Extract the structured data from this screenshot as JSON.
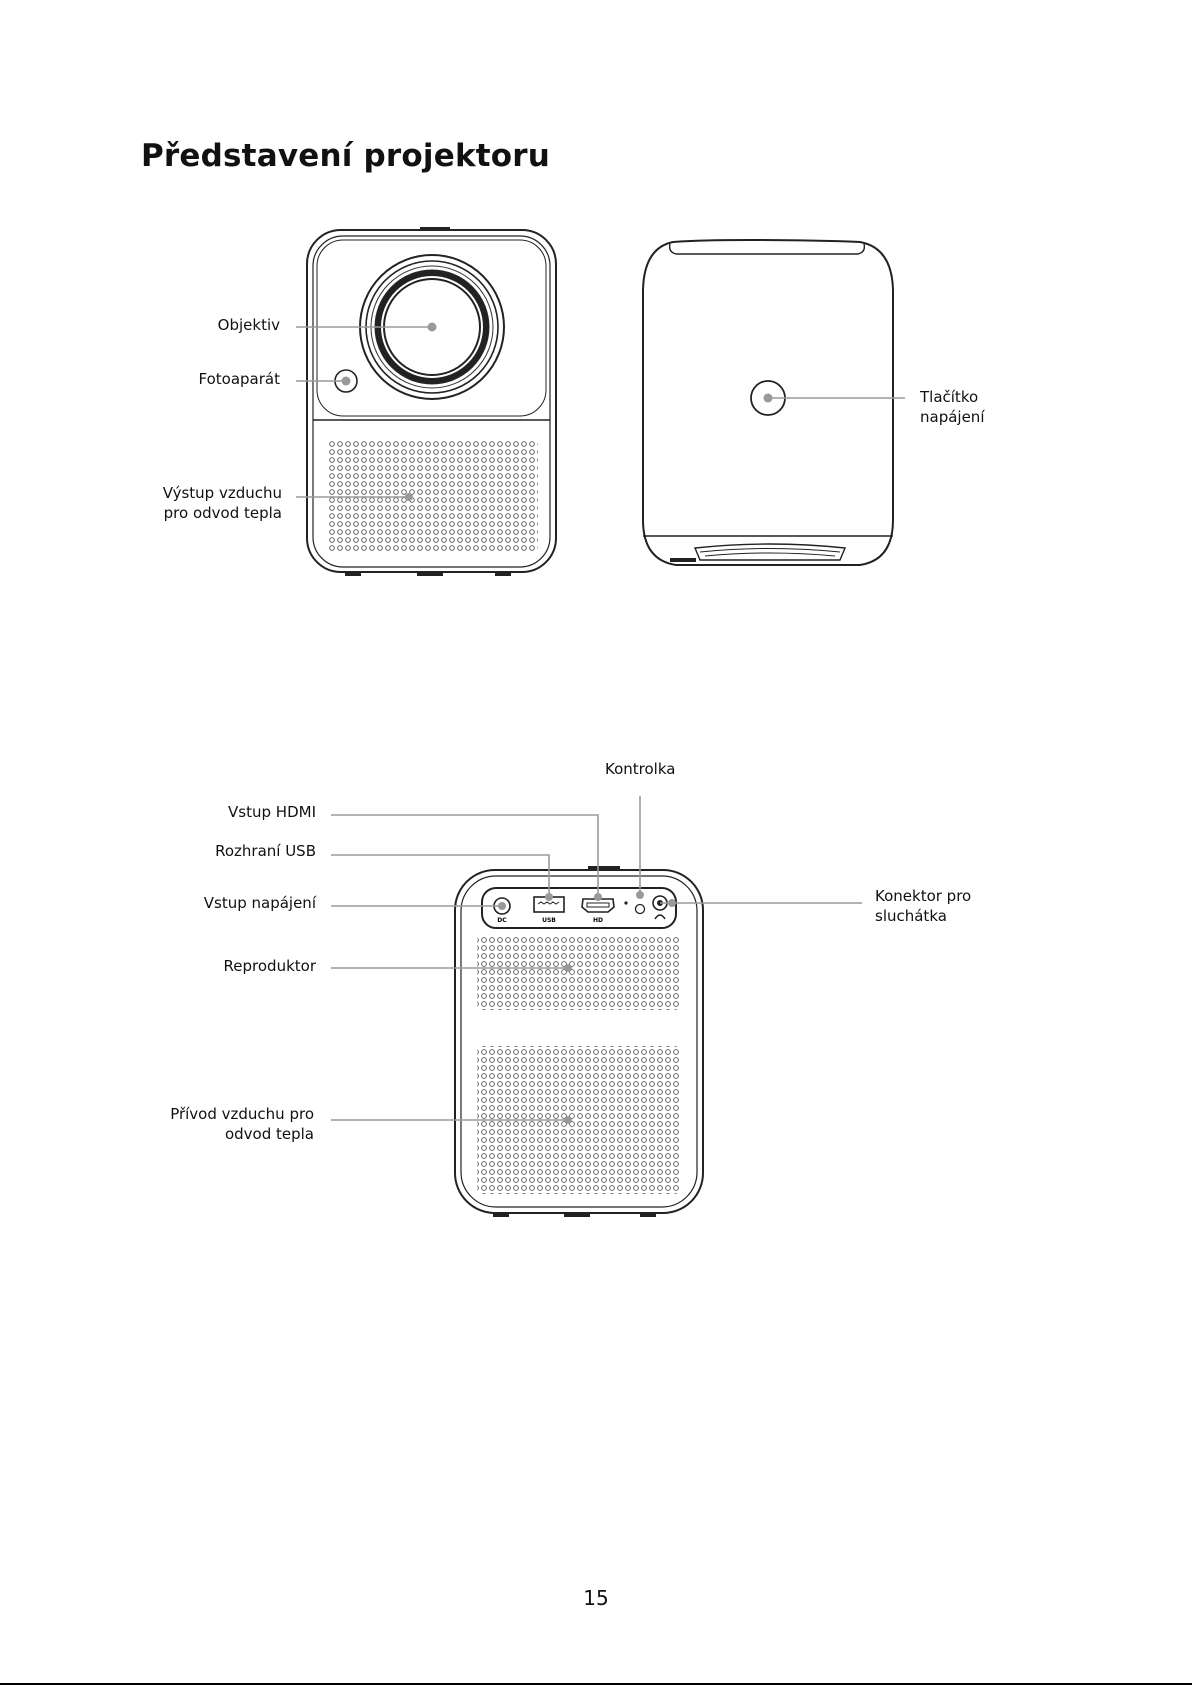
{
  "page": {
    "title": "Představení projektoru",
    "page_number": "15"
  },
  "front_view": {
    "lens": "Objektiv",
    "camera": "Fotoaparát",
    "air_outlet_line1": "Výstup vzduchu",
    "air_outlet_line2": "pro odvod tepla"
  },
  "side_view": {
    "power_button_line1": "Tlačítko",
    "power_button_line2": "napájení"
  },
  "rear_view": {
    "indicator": "Kontrolka",
    "hdmi_input": "Vstup HDMI",
    "usb_interface": "Rozhraní USB",
    "power_input": "Vstup napájení",
    "speaker": "Reproduktor",
    "air_inlet_line1": "Přívod vzduchu pro",
    "air_inlet_line2": "odvod tepla",
    "headphone_line1": "Konektor pro",
    "headphone_line2": "sluchátka",
    "port_dc": "DC",
    "port_usb": "USB",
    "port_hd": "HD"
  }
}
